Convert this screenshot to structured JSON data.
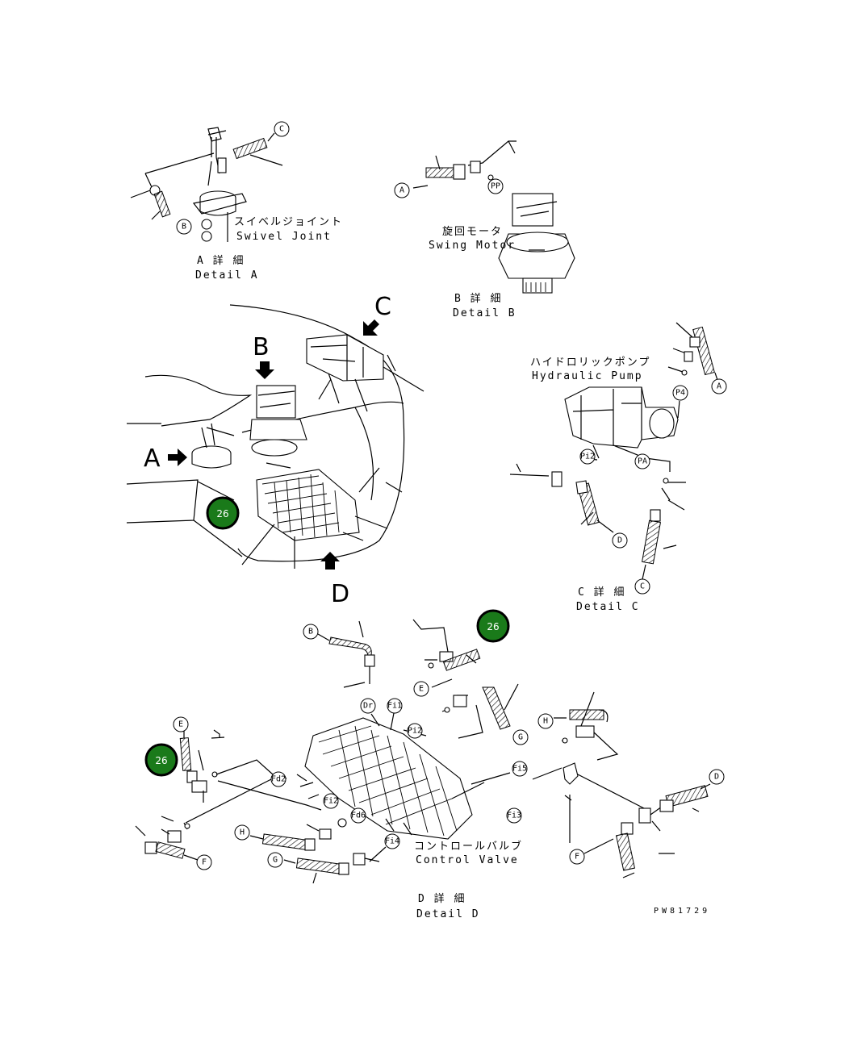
{
  "views": {
    "detail_a": {
      "jp": "A 詳 細",
      "en": "Detail A",
      "part_jp": "スイベルジョイント",
      "part_en": "Swivel Joint"
    },
    "detail_b": {
      "jp": "B 詳 細",
      "en": "Detail B",
      "part_jp": "旋回モータ",
      "part_en": "Swing Motor"
    },
    "detail_c": {
      "jp": "C 詳 細",
      "en": "Detail C",
      "part_jp": "ハイドロリックポンプ",
      "part_en": "Hydraulic Pump"
    },
    "detail_d": {
      "jp": "D 詳 細",
      "en": "Detail D",
      "part_jp": "コントロールバルブ",
      "part_en": "Control Valve"
    }
  },
  "view_letters": {
    "a": "A",
    "b": "B",
    "c": "C",
    "d": "D"
  },
  "circle_labels": {
    "a_c": "C",
    "a_b": "B",
    "b_a": "A",
    "b_pp": "PP",
    "c_a": "A",
    "c_p4": "P4",
    "c_pi2": "Pi2",
    "c_pa": "PA",
    "c_d": "D",
    "c_c": "C",
    "d_b": "B",
    "d_e1": "E",
    "d_dr": "Dr",
    "d_fi1": "Fi1",
    "d_pi2": "Pi2",
    "d_h1": "H",
    "d_g1": "G",
    "d_fi5": "Fi5",
    "d_e2": "E",
    "d_fd2": "Fd2",
    "d_fi2": "Fi2",
    "d_fd6": "Fd6",
    "d_fi3": "Fi3",
    "d_fi4": "Fi4",
    "d_d": "D",
    "d_h2": "H",
    "d_g2": "G",
    "d_f1": "F",
    "d_f2": "F"
  },
  "callouts": {
    "c1": "26",
    "c2": "26",
    "c3": "26"
  },
  "drawing_number": "PW81729",
  "colors": {
    "line": "#000000",
    "callout_fill": "#1a7a1a",
    "callout_text": "#ffffff",
    "background": "#ffffff"
  }
}
